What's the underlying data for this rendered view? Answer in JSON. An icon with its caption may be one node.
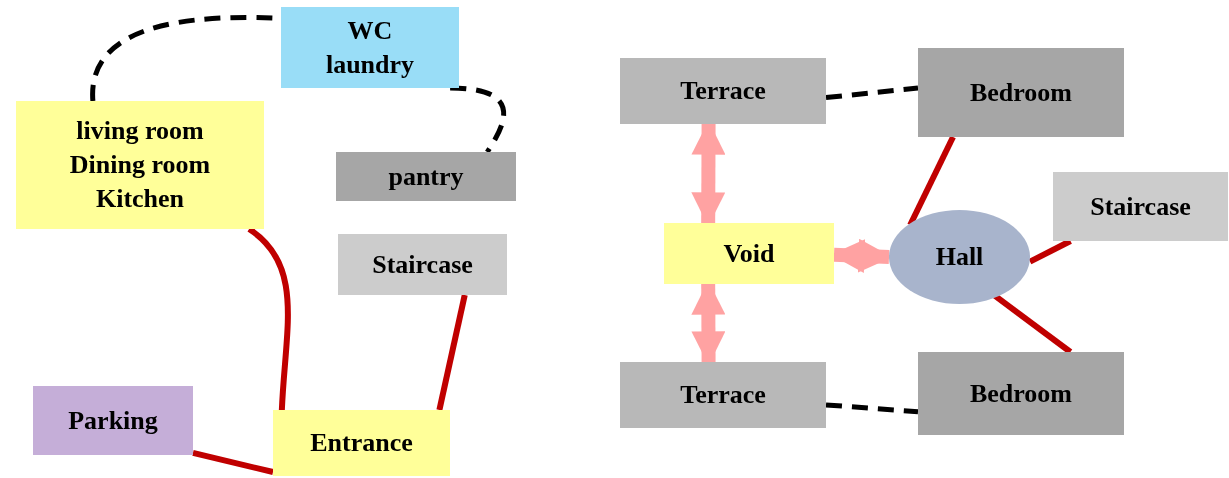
{
  "diagram": {
    "nodes": [
      {
        "text": [
          "WC laundry"
        ]
      },
      {
        "text": [
          "living room Dining room Kitchen"
        ]
      },
      {
        "text": [
          "pantry"
        ]
      },
      {
        "text": [
          "Staircase"
        ]
      },
      {
        "text": [
          "Parking"
        ]
      },
      {
        "text": [
          "Entrance"
        ]
      },
      {
        "text": [
          "Terrace"
        ]
      },
      {
        "text": [
          "Bedroom"
        ]
      },
      {
        "text": [
          "Void"
        ]
      },
      {
        "text": [
          "Hall"
        ]
      },
      {
        "text": [
          "Staircase"
        ]
      },
      {
        "text": [
          "Terrace"
        ]
      },
      {
        "text": [
          "Bedroom"
        ]
      }
    ],
    "edges": [
      {
        "from": 1,
        "to": 0,
        "arrow": "none",
        "style": "dashed",
        "color": "#000000"
      },
      {
        "from": 0,
        "to": 2,
        "arrow": "none",
        "style": "dashed",
        "color": "#000000"
      },
      {
        "from": 1,
        "to": 5,
        "arrow": "none"
      },
      {
        "from": 3,
        "to": 5,
        "arrow": "none"
      },
      {
        "from": 4,
        "to": 5,
        "arrow": "none"
      },
      {
        "from": 6,
        "to": 7,
        "arrow": "none",
        "style": "dashed",
        "color": "#000000"
      },
      {
        "from": 6,
        "to": 8,
        "arrow": "both",
        "style": "thick",
        "color": "#ff9999"
      },
      {
        "from": 8,
        "to": 9,
        "arrow": "both",
        "style": "thick",
        "color": "#ff9999"
      },
      {
        "from": 8,
        "to": 11,
        "arrow": "both",
        "style": "thick",
        "color": "#ff9999"
      },
      {
        "from": 9,
        "to": 7,
        "arrow": "none"
      },
      {
        "from": 9,
        "to": 10,
        "arrow": "none"
      },
      {
        "from": 9,
        "to": 12,
        "arrow": "none"
      },
      {
        "from": 11,
        "to": 12,
        "arrow": "none",
        "style": "dashed",
        "color": "#000000"
      }
    ]
  }
}
